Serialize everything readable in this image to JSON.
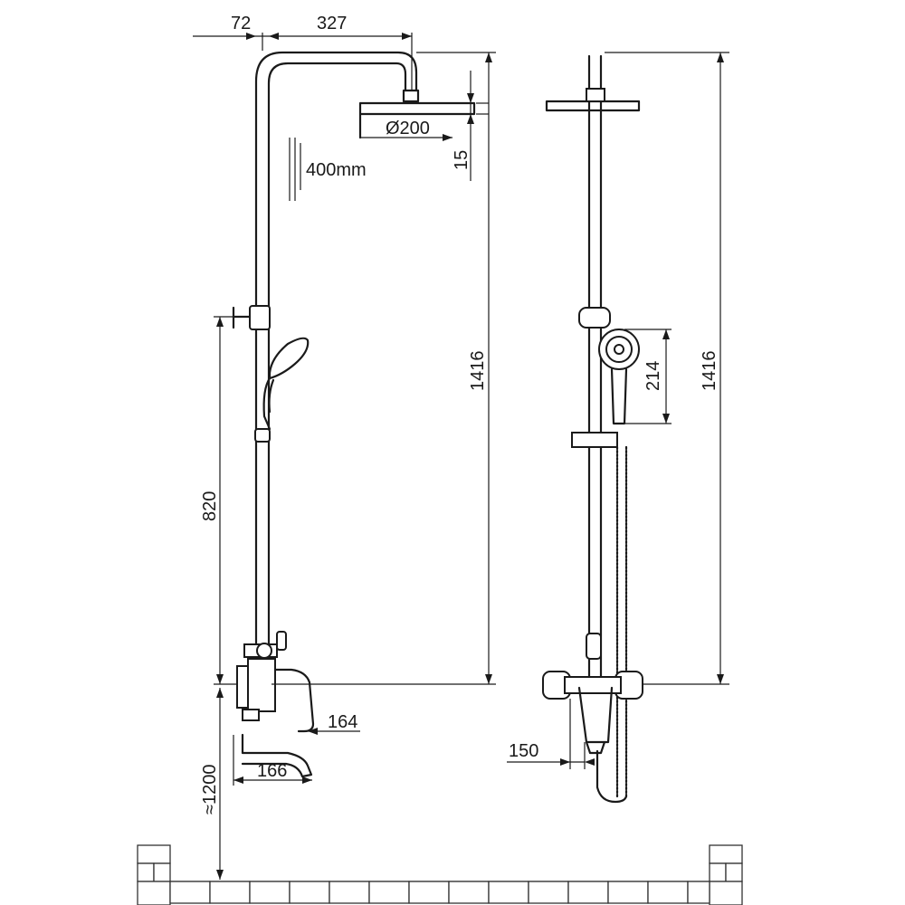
{
  "dimensions": {
    "arm_offset": "72",
    "arm_length": "327",
    "head_diameter": "Ø200",
    "head_thickness": "15",
    "pipe_extension": "400mm",
    "total_height_side": "1416",
    "slide_height": "820",
    "spout_height": "164",
    "spout_length": "166",
    "floor_height": "≈1200",
    "handset_length": "214",
    "total_height_front": "1416",
    "mixer_centres": "150"
  }
}
